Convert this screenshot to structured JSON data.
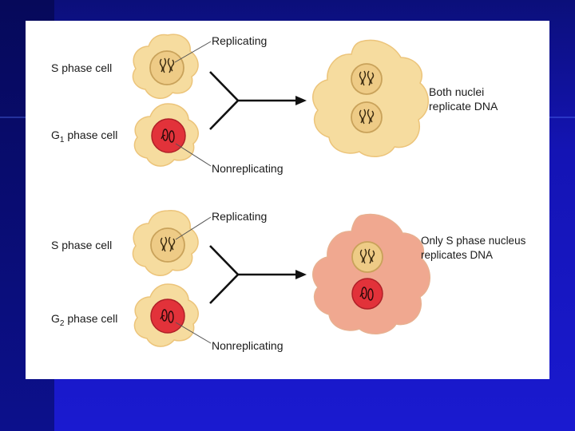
{
  "colors": {
    "cell_fill": "#f6dc9f",
    "cell_stroke": "#ecc47a",
    "nucleus_fill": "#eecb86",
    "nucleus_replicating_stroke": "#c9a25a",
    "nucleus_nonreplicating_fill": "#e2323a",
    "fused_cell_pink": "#f0a890",
    "panel": "#ffffff",
    "background": "#1414b4"
  },
  "top": {
    "cell_a_label": "S phase cell",
    "cell_b_label_prefix": "G",
    "cell_b_label_sub": "1",
    "cell_b_label_suffix": " phase cell",
    "replicating_label": "Replicating",
    "nonreplicating_label": "Nonreplicating",
    "result_line1": "Both nuclei",
    "result_line2": "replicate DNA"
  },
  "bottom": {
    "cell_a_label": "S phase cell",
    "cell_b_label_prefix": "G",
    "cell_b_label_sub": "2",
    "cell_b_label_suffix": " phase cell",
    "replicating_label": "Replicating",
    "nonreplicating_label": "Nonreplicating",
    "result_line1": "Only S phase nucleus",
    "result_line2": "replicates DNA"
  }
}
